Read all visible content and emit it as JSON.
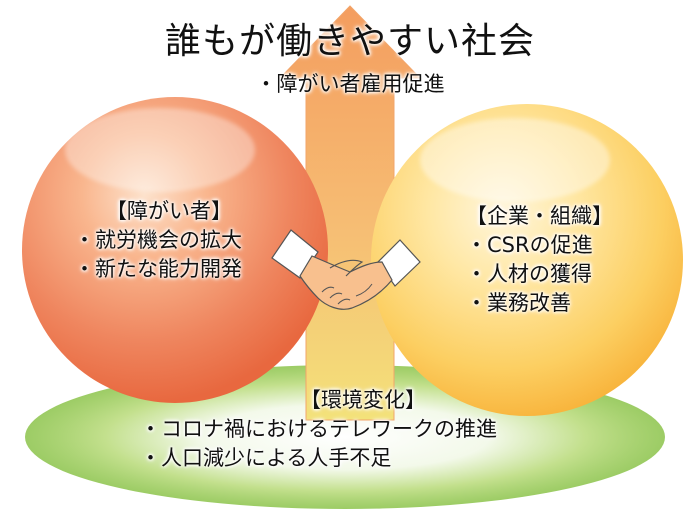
{
  "title": "誰もが働きやすい社会",
  "subtitle": "・障がい者雇用促進",
  "left_circle": {
    "heading": "【障がい者】",
    "items": [
      "・就労機会の拡大",
      "・新たな能力開発"
    ]
  },
  "right_circle": {
    "heading": "【企業・組織】",
    "items": [
      "・CSRの促進",
      "・人材の獲得",
      "・業務改善"
    ]
  },
  "bottom_area": {
    "heading": "【環境変化】",
    "items": [
      "・コロナ禍におけるテレワークの推進",
      "・人口減少による人手不足"
    ]
  },
  "colors": {
    "arrow": "#f5a46a",
    "left_circle": "#f07f5e",
    "right_circle": "#ffd56c",
    "ground": "#8bc34a"
  },
  "icons": [
    "handshake-icon",
    "up-arrow"
  ]
}
